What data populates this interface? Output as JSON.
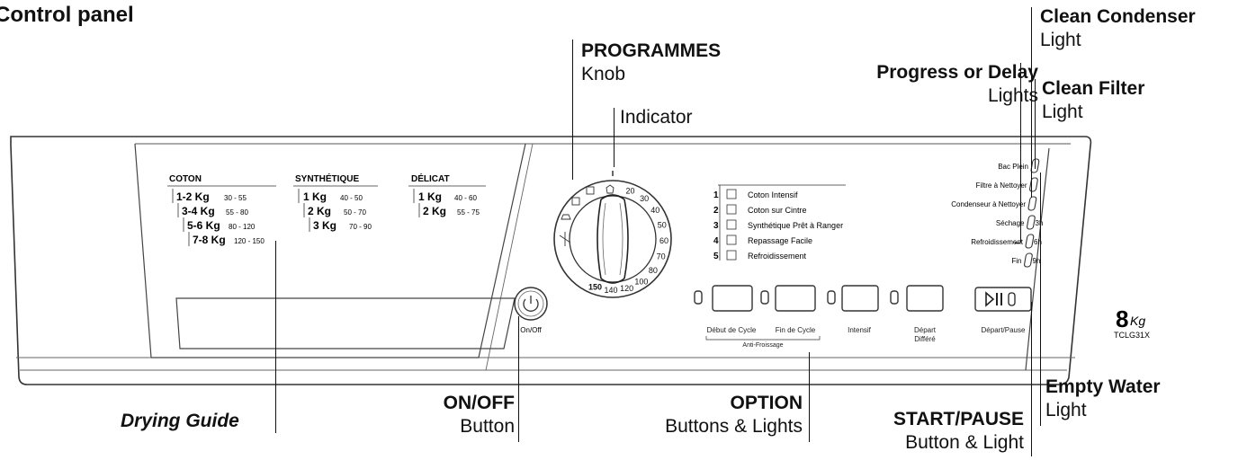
{
  "title": "Control panel",
  "callouts": {
    "programmes": {
      "line1": "PROGRAMMES",
      "line2": "Knob"
    },
    "indicator": "Indicator",
    "progress": {
      "line1": "Progress or Delay",
      "line2": "Lights"
    },
    "clean_condenser": {
      "line1": "Clean Condenser",
      "line2": "Light"
    },
    "clean_filter": {
      "line1": "Clean Filter",
      "line2": "Light"
    },
    "drying_guide": "Drying Guide",
    "on_off": {
      "line1": "ON/OFF",
      "line2": "Button"
    },
    "option": {
      "line1": "OPTION",
      "line2": "Buttons & Lights"
    },
    "start_pause": {
      "line1": "START/PAUSE",
      "line2": "Button & Light"
    },
    "empty_water": {
      "line1": "Empty Water",
      "line2": "Light"
    }
  },
  "drying_guide": {
    "coton": {
      "header": "COTON",
      "rows": [
        {
          "kg": "1-2 Kg",
          "range": "30 - 55"
        },
        {
          "kg": "3-4 Kg",
          "range": "55 - 80"
        },
        {
          "kg": "5-6 Kg",
          "range": "80 - 120"
        },
        {
          "kg": "7-8 Kg",
          "range": "120 - 150"
        }
      ]
    },
    "synthetique": {
      "header": "SYNTHÉTIQUE",
      "rows": [
        {
          "kg": "1 Kg",
          "range": "40 - 50"
        },
        {
          "kg": "2 Kg",
          "range": "50 - 70"
        },
        {
          "kg": "3 Kg",
          "range": "70 - 90"
        }
      ]
    },
    "delicat": {
      "header": "DÉLICAT",
      "rows": [
        {
          "kg": "1 Kg",
          "range": "40 - 60"
        },
        {
          "kg": "2 Kg",
          "range": "55 - 75"
        }
      ]
    }
  },
  "dial_numbers": [
    "20",
    "30",
    "40",
    "50",
    "60",
    "70",
    "80",
    "100",
    "120",
    "140",
    "150"
  ],
  "programmes_list": [
    {
      "num": "1",
      "label": "Coton Intensif",
      "icon": "shirt-intensive-icon"
    },
    {
      "num": "2",
      "label": "Coton sur Cintre",
      "icon": "hanger-shirt-icon"
    },
    {
      "num": "3",
      "label": "Synthétique Prêt à Ranger",
      "icon": "synthetic-shirt-icon"
    },
    {
      "num": "4",
      "label": "Repassage Facile",
      "icon": "iron-icon"
    },
    {
      "num": "5",
      "label": "Refroidissement",
      "icon": "fan-icon"
    }
  ],
  "status_lights": [
    {
      "label": "Bac Plein",
      "time": ""
    },
    {
      "label": "Filtre à Nettoyer",
      "time": ""
    },
    {
      "label": "Condenseur à Nettoyer",
      "time": ""
    },
    {
      "label": "Séchage",
      "time": "3h"
    },
    {
      "label": "Refroidissement",
      "time": "6h"
    },
    {
      "label": "Fin",
      "time": "9h"
    }
  ],
  "buttons": {
    "onoff": "On/Off",
    "debut": "Début de Cycle",
    "fin": "Fin de Cycle",
    "anti": "Anti-Froissage",
    "intensif": "Intensif",
    "depart_line1": "Départ",
    "depart_line2": "Différé",
    "depart_pause": "Départ/Pause"
  },
  "badge": {
    "capacity": "8",
    "unit": "Kg",
    "model": "TCLG31X"
  }
}
